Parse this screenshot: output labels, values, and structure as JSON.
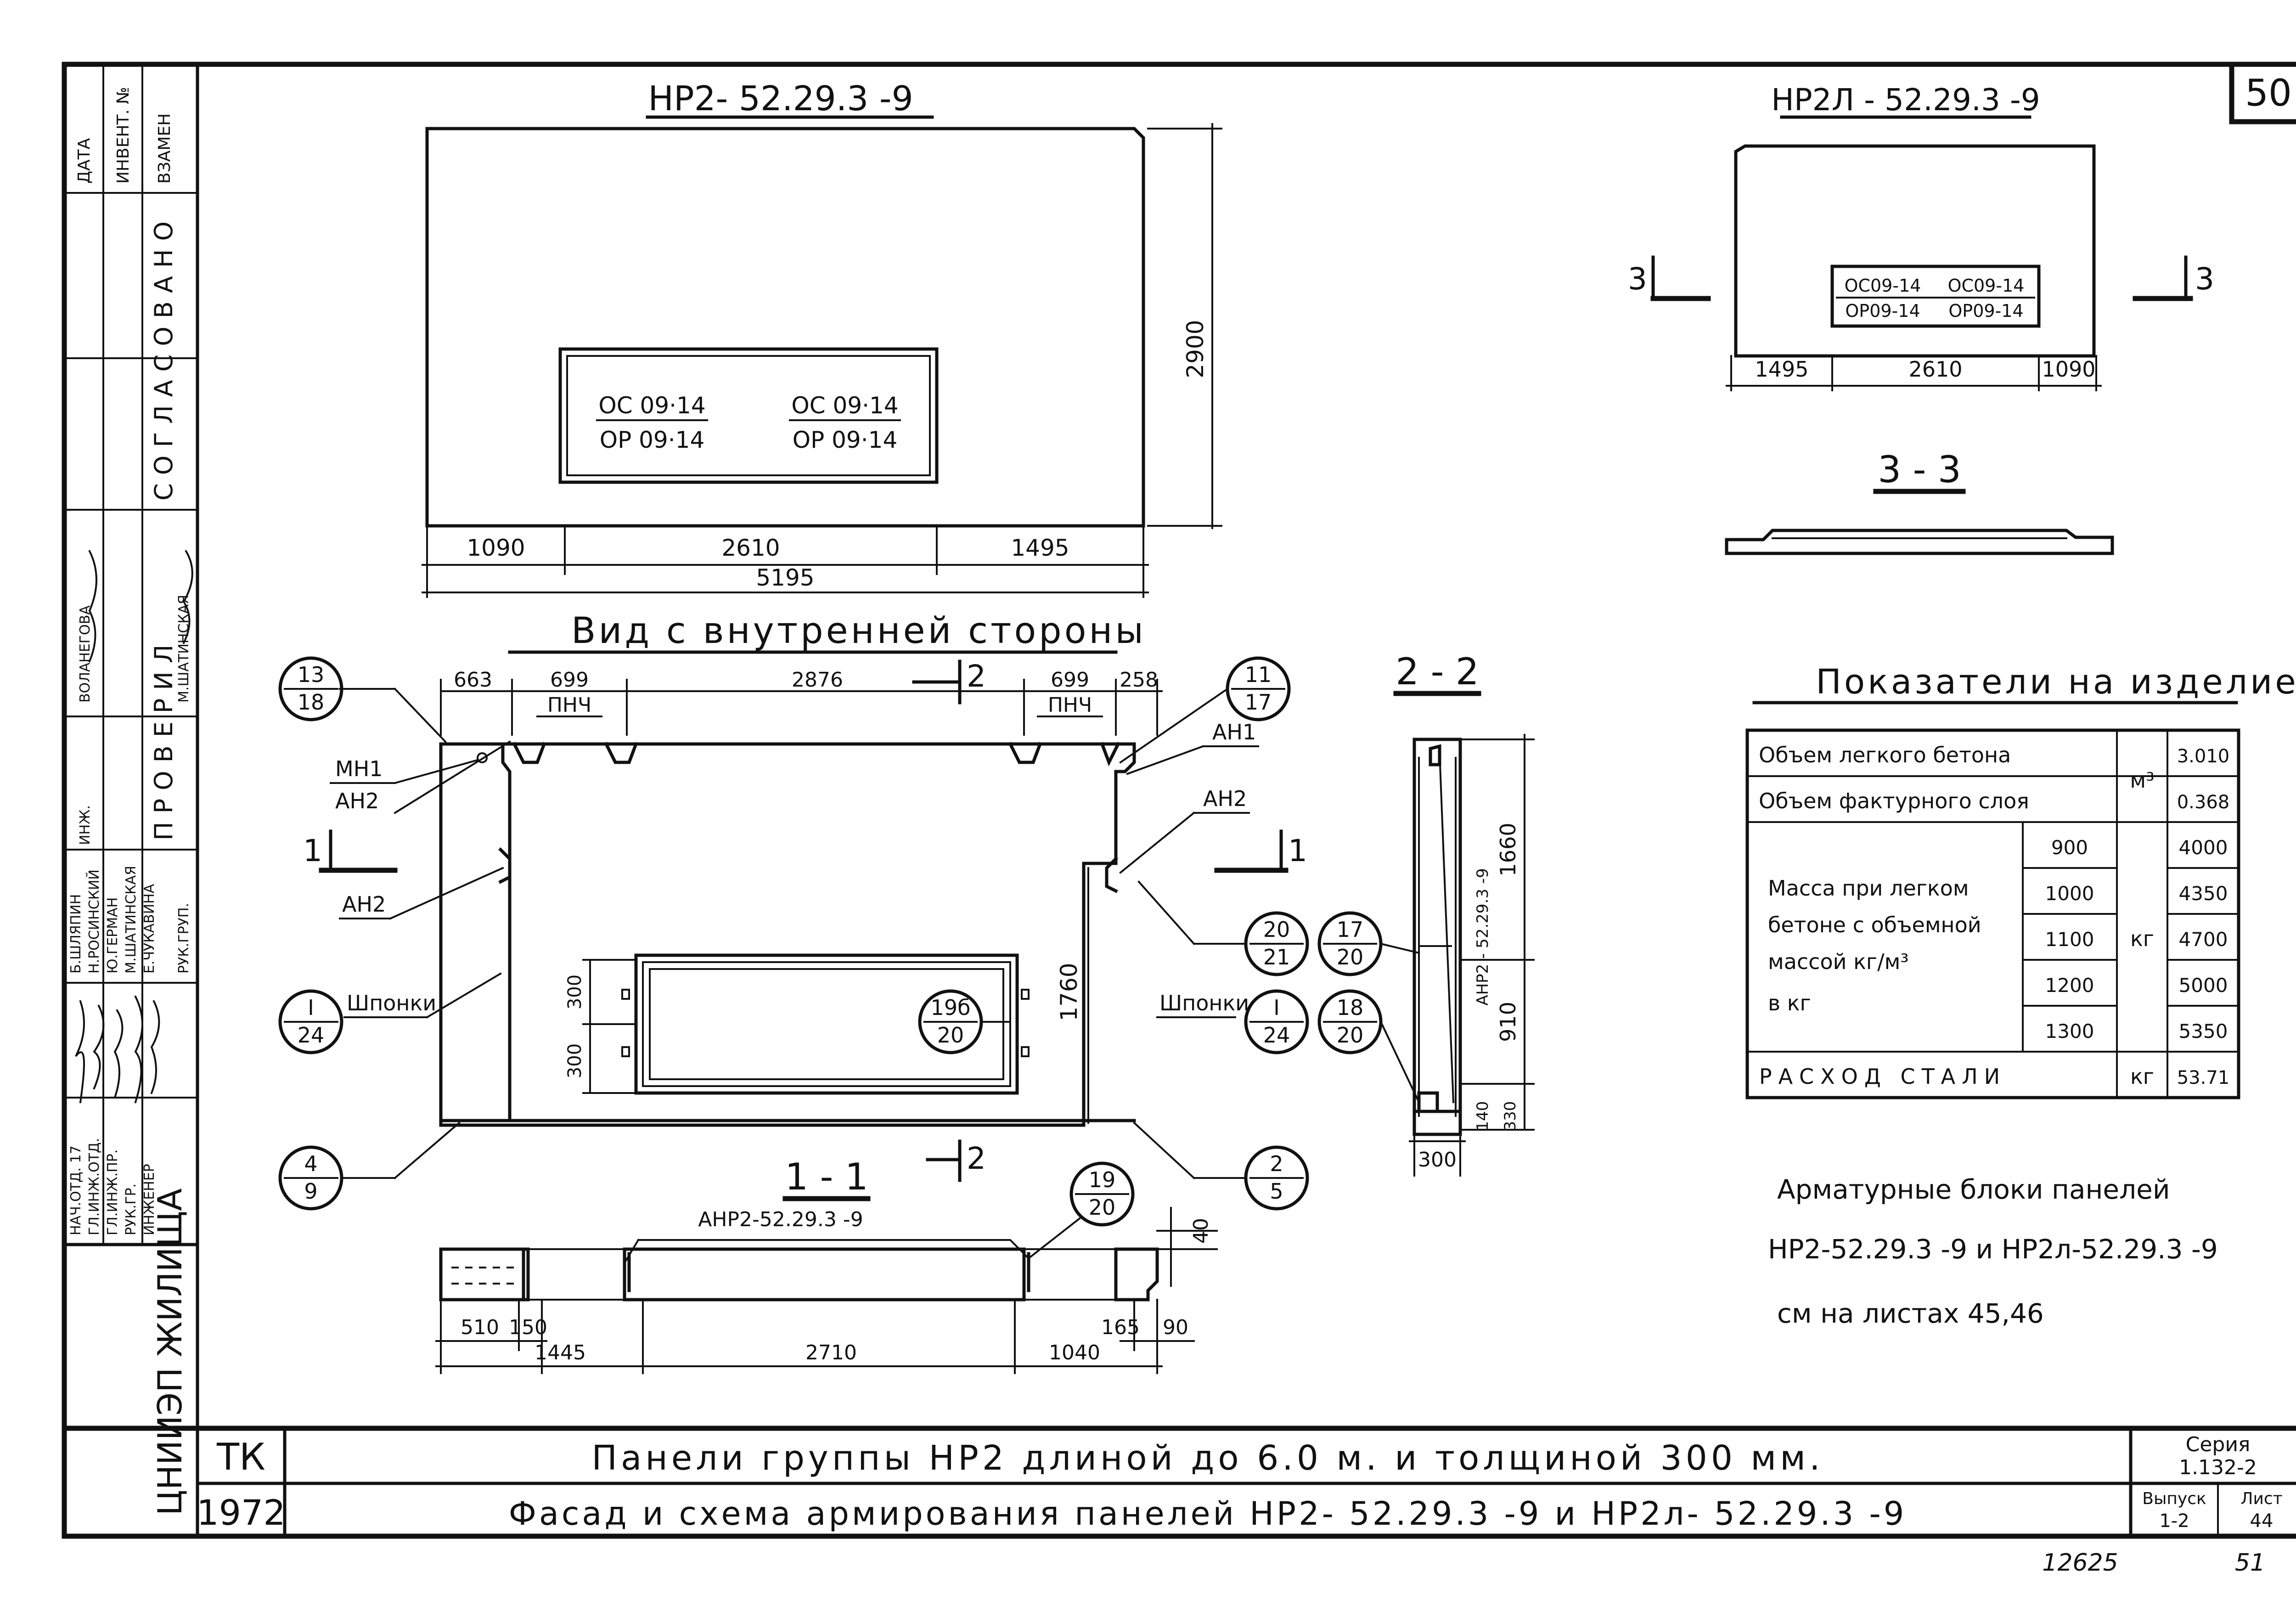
{
  "sheet_number": "50",
  "stamp": {
    "signoff_heading": "СОГЛАСОВАНО",
    "cols": [
      "ДАТА",
      "ИНВЕНТ. №",
      "ВЗАМЕН"
    ],
    "names_top": [
      "ВОЛАНЕГОВА",
      "М.ШАТИНСКАЯ"
    ],
    "checked": "ПРОВЕРИЛ",
    "roles": [
      "НАЧ.ОТД. 17",
      "ГЛ.ИНЖ.ОТД.",
      "ГЛ.ИНЖ.ПР.",
      "РУК.ГР.",
      "ИНЖЕНЕР",
      "ИНЖ.",
      "РУК.ГРУП."
    ],
    "names": [
      "Б.ШЛЯПИН",
      "Н.РОСИНСКИЙ",
      "Ю.ГЕРМАН",
      "М.ШАТИНСКАЯ",
      "Е.ЧУКАВИНА"
    ],
    "org": "ЦНИИЭП ЖИЛИЩА"
  },
  "facade_main": {
    "title": "НР2- 52.29.3 -9",
    "window_marks": [
      "ОС 09·14",
      "ОР 09·14",
      "ОС 09·14",
      "ОР 09·14"
    ],
    "height": "2900",
    "dims": [
      "1090",
      "2610",
      "1495"
    ],
    "total": "5195"
  },
  "facade_left": {
    "title": "НР2Л - 52.29.3 -9",
    "window_marks": [
      "ОС09-14",
      "ОР09-14",
      "ОС09-14",
      "ОР09-14"
    ],
    "dims": [
      "1495",
      "2610",
      "1090"
    ],
    "section_mark": "3"
  },
  "section_33": {
    "title": "3 - 3"
  },
  "inner_view": {
    "title": "Вид с внутренней стороны",
    "top_dims": [
      "663",
      "699",
      "2876",
      "699",
      "258"
    ],
    "pnch": "ПНЧ",
    "section_mark_1": "1",
    "section_mark_2": "2",
    "labels": [
      "МН1",
      "АН2",
      "АН2",
      "АН1",
      "АН2",
      "Шпонки",
      "Шпонки"
    ],
    "window_dims": [
      "300",
      "300"
    ],
    "height": "1760",
    "callouts": [
      {
        "num": "13",
        "den": "18"
      },
      {
        "num": "11",
        "den": "17"
      },
      {
        "num": "I",
        "den": "24"
      },
      {
        "num": "I",
        "den": "24"
      },
      {
        "num": "4",
        "den": "9"
      },
      {
        "num": "2",
        "den": "5"
      },
      {
        "num": "20",
        "den": "21"
      },
      {
        "num": "19б",
        "den": "20"
      }
    ]
  },
  "section_22": {
    "title": "2 - 2",
    "block_mark": "АНР2 - 52.29.3 -9",
    "dims": [
      "1660",
      "910",
      "140",
      "330",
      "300"
    ],
    "callouts": [
      {
        "num": "17",
        "den": "20"
      },
      {
        "num": "18",
        "den": "20"
      }
    ]
  },
  "section_11": {
    "title": "1 - 1",
    "block_mark": "АНР2-52.29.3 -9",
    "dims": [
      "510",
      "150",
      "1445",
      "2710",
      "1040",
      "165",
      "90",
      "40"
    ],
    "callout": {
      "num": "19",
      "den": "20"
    }
  },
  "indicators": {
    "title": "Показатели на изделие",
    "rows": [
      {
        "label": "Объем легкого бетона",
        "unit": "м³",
        "value": "3.010"
      },
      {
        "label": "Объем фактурного слоя",
        "unit": "",
        "value": "0.368"
      }
    ],
    "mass_label": [
      "Масса при легком",
      "бетоне с объемной",
      "массой кг/м³",
      "в кг"
    ],
    "densities": [
      "900",
      "1000",
      "1100",
      "1200",
      "1300"
    ],
    "mass_unit": "кг",
    "masses": [
      "4000",
      "4350",
      "4700",
      "5000",
      "5350"
    ],
    "steel_label": "РАСХОД СТАЛИ",
    "steel_unit": "кг",
    "steel_value": "53.71"
  },
  "note": [
    "Арматурные блоки панелей",
    "НР2-52.29.3 -9 и НР2л-52.29.3 -9",
    "см на листах 45,46"
  ],
  "title_block": {
    "code": "ТК",
    "year": "1972",
    "line1": "Панели группы НР2 длиной до 6.0 м. и толщиной 300 мм.",
    "line2": "Фасад и схема армирования панелей НР2- 52.29.3 -9 и НР2л- 52.29.3 -9",
    "series_label": "Серия",
    "series_value": "1.132-2",
    "issue_label": "Выпуск",
    "issue_value": "1-2",
    "sheet_label": "Лист",
    "sheet_value": "44"
  },
  "footer": [
    "12625",
    "51"
  ]
}
